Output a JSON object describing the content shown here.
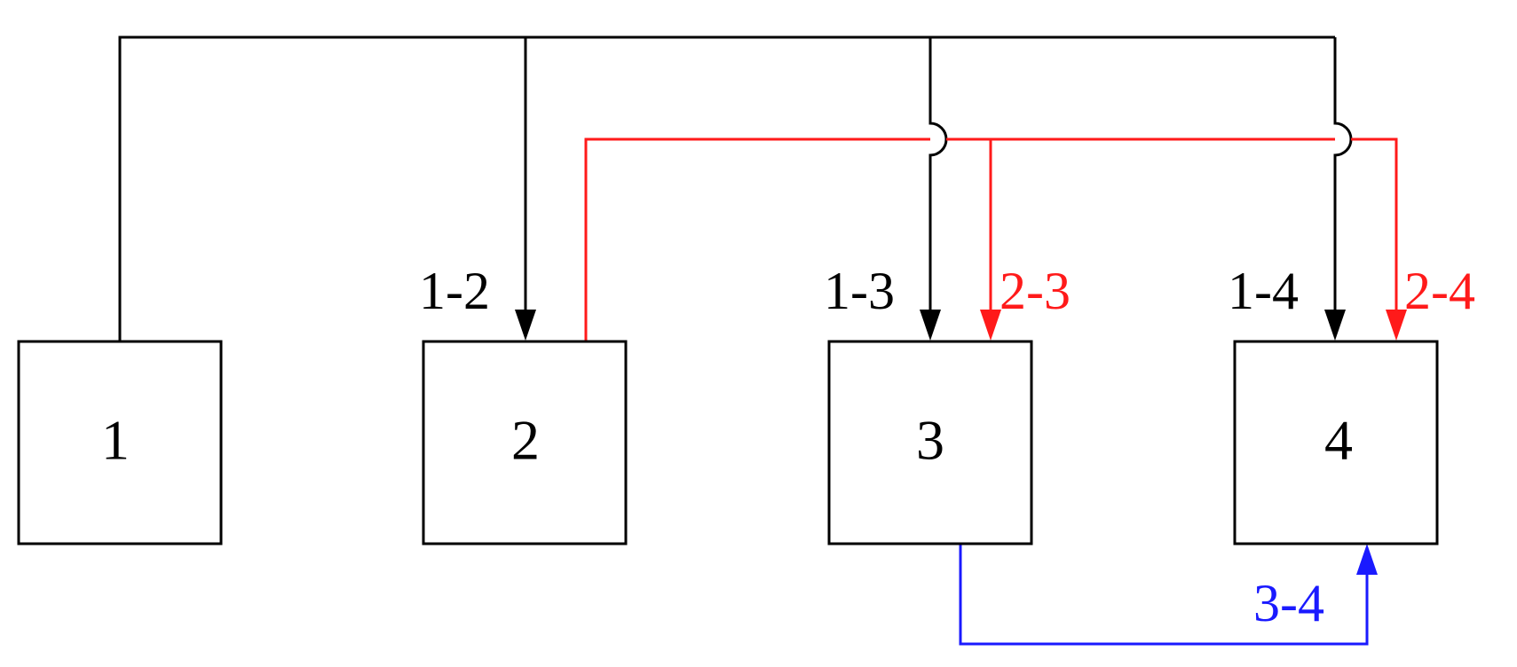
{
  "colors": {
    "black": "#000000",
    "red": "#ff1a1a",
    "blue": "#1a1aff"
  },
  "nodes": [
    {
      "id": "1",
      "label": "1"
    },
    {
      "id": "2",
      "label": "2"
    },
    {
      "id": "3",
      "label": "3"
    },
    {
      "id": "4",
      "label": "4"
    }
  ],
  "edges": [
    {
      "from": "1",
      "to": "2",
      "label": "1-2",
      "color": "black"
    },
    {
      "from": "1",
      "to": "3",
      "label": "1-3",
      "color": "black"
    },
    {
      "from": "1",
      "to": "4",
      "label": "1-4",
      "color": "black"
    },
    {
      "from": "2",
      "to": "3",
      "label": "2-3",
      "color": "red"
    },
    {
      "from": "2",
      "to": "4",
      "label": "2-4",
      "color": "red"
    },
    {
      "from": "3",
      "to": "4",
      "label": "3-4",
      "color": "blue"
    }
  ]
}
